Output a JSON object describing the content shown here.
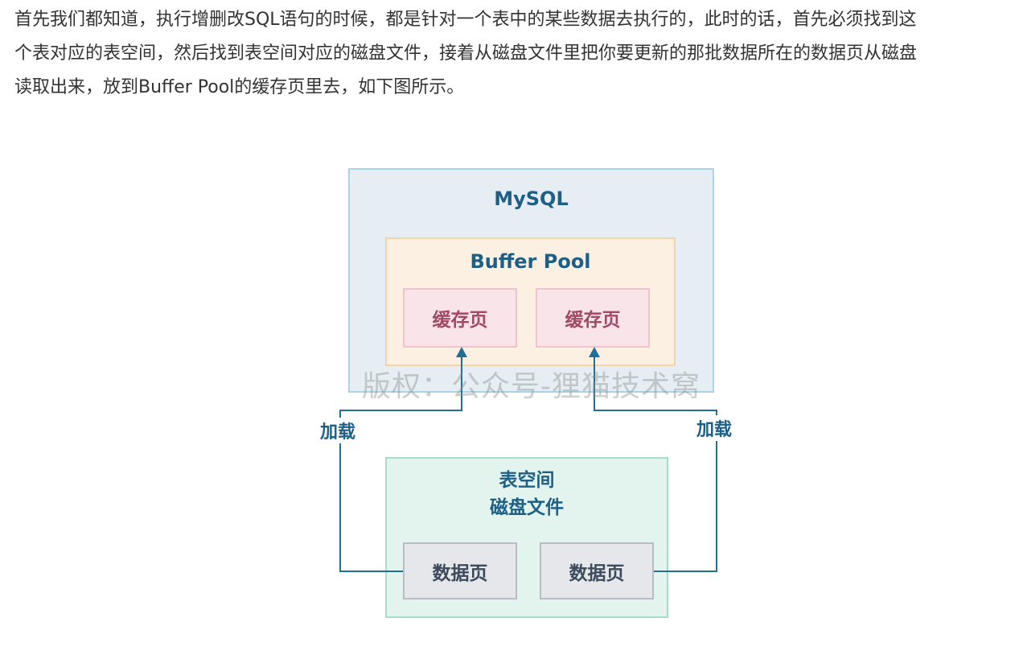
{
  "paragraph": {
    "lines": [
      "首先我们都知道，执行增删改SQL语句的时候，都是针对一个表中的某些数据去执行的，此时的话，首先必须找到这",
      "个表对应的表空间，然后找到表空间对应的磁盘文件，接着从磁盘文件里把你要更新的那批数据所在的数据页从磁盘",
      "读取出来，放到Buffer Pool的缓存页里去，如下图所示。"
    ]
  },
  "diagram": {
    "mysql_label": "MySQL",
    "buffer_pool_label": "Buffer Pool",
    "cache_pages": [
      "缓存页",
      "缓存页"
    ],
    "tablespace_line1": "表空间",
    "tablespace_line2": "磁盘文件",
    "data_pages": [
      "数据页",
      "数据页"
    ],
    "load_labels": [
      "加载",
      "加载"
    ],
    "watermark": "版权：公众号-狸猫技术窝"
  },
  "colors": {
    "text": "#333333",
    "title_blue": "#1d5f85",
    "arrow": "#1f6f97",
    "mysql_bg": "#e6eef3",
    "buffer_pool_bg": "#fcf0e3",
    "cache_page_bg": "#f9e4e9",
    "tablespace_bg": "#e3f4ee",
    "data_page_bg": "#e6e7ea"
  }
}
